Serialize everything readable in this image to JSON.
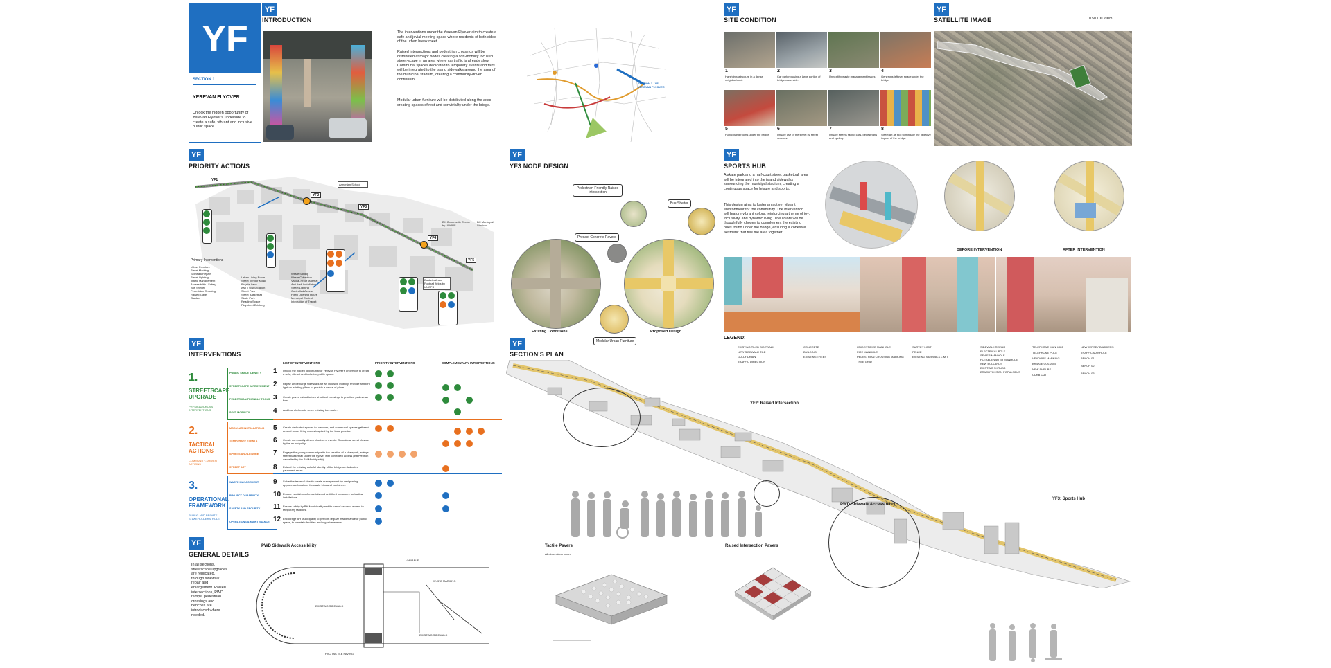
{
  "badge": "YF",
  "section1": {
    "big_badge": "YF",
    "section_label": "SECTION 1",
    "title": "YEREVAN FLYOVER",
    "desc": "Unlock the hidden opportunity of Yerevan Flyover's underside to create a safe, vibrant and inclusive public space."
  },
  "introduction": {
    "title": "INTRODUCTION",
    "p1": "The interventions under the Yerevan Flyover aim to create a safe and jovial meeting space where residents of both sides of the urban break meet.",
    "p2": "Raised intersections and pedestrian crossings will be distributed at major nodes creating a soft-mobility focused street-scape in an area where car traffic is already slow. Communal spaces dedicated to temporary events and fairs will be integrated to the island sidewalks around the area of the municipal stadium, creating a community-driven continuum.",
    "p3": "Modular urban furniture will be distributed along the axes creating spaces of rest and conviviality under the bridge.",
    "map_label": "SECTION 1 - YF YEREVAN FLYOVER"
  },
  "site_condition": {
    "title": "SITE CONDITION",
    "items": [
      {
        "num": "1",
        "caption": "Harsh infrastructure in a dense neighborhood."
      },
      {
        "num": "2",
        "caption": "Car parking using a large portion of bridge underside."
      },
      {
        "num": "3",
        "caption": "Unhealthy waste management issues"
      },
      {
        "num": "4",
        "caption": "Generous leftover space under the bridge."
      },
      {
        "num": "5",
        "caption": "Public living rooms under the bridge"
      },
      {
        "num": "6",
        "caption": "Unsafe use of the street by street vendors."
      },
      {
        "num": "7",
        "caption": "Unsafe streets facing cars, pedestrians and cycling."
      },
      {
        "num": "8",
        "caption": "Street art as tool to mitigate the negative impact of the bridge."
      }
    ]
  },
  "satellite": {
    "title": "SATELLITE IMAGE",
    "scale": "0  50 100      200m"
  },
  "priority": {
    "title": "PRIORITY ACTIONS",
    "nodes": [
      "YF1",
      "YF2",
      "YF3",
      "YF4",
      "YF5"
    ],
    "labels": [
      "Armenian School",
      "BH Community Center by UNOPS",
      "BH Municipal Stadium",
      "Basketball and Football fields by UNOPS"
    ],
    "legend_title": "Primary Interventions",
    "legend_col1": [
      "Urban Furniture",
      "Street Marking",
      "Sidewalk Repair",
      "Street Lighting",
      "Traffic Management",
      "Accessibility / Safety",
      "Bus Shelter",
      "Pedestrian Crossing",
      "Raised Table",
      "Garden"
    ],
    "legend_col2": [
      "Urban Living Room",
      "Street Vendor Kiosk",
      "Bicycle Lane",
      "ANT / UNIS Station",
      "Street Park",
      "Street Basketball",
      "Skate Park",
      "Reading Space",
      "Playstreet Drinking"
    ],
    "legend_col3": [
      "Waste Sorting",
      "Waste Collection",
      "Vandal-Proof Material",
      "Anti-theft Installation",
      "Street Lighting",
      "Controlled Access",
      "Fixed Opening Hours",
      "Municipal Control",
      "Integration of Transit"
    ]
  },
  "node": {
    "title": "YF3 NODE DESIGN",
    "callouts": [
      "Pedestrian-Friendly Raised Intersection",
      "Bus Shelter",
      "Precast Concrete Pavers",
      "Modular Urban Furniture"
    ],
    "existing": "Existing Conditions",
    "proposed": "Proposed Design"
  },
  "sports": {
    "title": "SPORTS HUB",
    "p1": "A skate park and a half-court street basketball area will be integrated into the island sidewalks surrounding the municipal stadium, creating a continuous space for leisure and sports.",
    "p2": "This design aims to foster an active, vibrant environment for the community. The intervention will feature vibrant colors, reinforcing a theme of joy, inclusivity, and dynamic living. The colors will be thoughtfully chosen to complement the existing hues found under the bridge, ensuring a cohesive aesthetic that ties the area together.",
    "before": "BEFORE INTERVENTION",
    "after": "AFTER INTERVENTION"
  },
  "interventions": {
    "title": "INTERVENTIONS",
    "head_list": "LIST OF INTERVENTIONS",
    "head_priority": "PRIORITY INTERVENTIONS",
    "head_comp": "COMPLEMENTARY INTERVENTIONS",
    "groups": [
      {
        "num": "1.",
        "name": "STREETSCAPE UPGRADE",
        "sub": "PHYSICAL/CROSS INTERVENTIONS",
        "color": "#2e8b3c",
        "tags": [
          "PUBLIC SPACE IDENTITY",
          "STREETSCAPE IMPROVEMENT",
          "PEDESTRIAN-FRIENDLY TOOLS",
          "SOFT MOBILITY"
        ]
      },
      {
        "num": "2.",
        "name": "TACTICAL ACTIONS",
        "sub": "COMMUNITY-DRIVEN ACTIONS",
        "color": "#e8701f",
        "tags": [
          "MODULAR INSTALLATIONS",
          "TEMPORARY EVENTS",
          "SPORTS AND LEISURE",
          "STREET ART"
        ]
      },
      {
        "num": "3.",
        "name": "OPERATIONAL FRAMEWORK",
        "sub": "PUBLIC AND PRIVATE STAKEHOLDERS' ROLE",
        "color": "#1f6fc1",
        "tags": [
          "WASTE MANAGEMENT",
          "PROJECT DURABILITY",
          "SAFETY AND SECURITY",
          "OPERATIONS & MAINTENANCE"
        ]
      }
    ],
    "items": [
      {
        "n": "1",
        "t": "Unlock the hidden opportunity of Yerevan Flyover's underside to create a safe, vibrant and inclusive public space."
      },
      {
        "n": "2",
        "t": "Repair and enlarge sidewalks for an inclusive mobility. Provide ambient light on existing pillars to provide a sense of place."
      },
      {
        "n": "3",
        "t": "Create paved raised tables at critical crossings to prioritize pedestrian flow."
      },
      {
        "n": "4",
        "t": "Add bus shelters to serve existing bus route."
      },
      {
        "n": "5",
        "t": "Create dedicated spaces for vendors, and communal spaces gathered around urban living rooms inspired by the local practice."
      },
      {
        "n": "6",
        "t": "Create community-driven short-term events. Occasional street closure by the municipality."
      },
      {
        "n": "7",
        "t": "Engage the young community with the creation of a skatepark, swings, street basketball under the flyover with controlled access (intervention cancelled by the BH Municipality)."
      },
      {
        "n": "8",
        "t": "Extend the existing colorful identity of the bridge on dedicated pavement areas."
      },
      {
        "n": "9",
        "t": "Solve the issue of chaotic waste management by designating appropriate locations for waste bins and containers."
      },
      {
        "n": "10",
        "t": "Ensure vandal-proof materials and anti-theft measures for tactical installations."
      },
      {
        "n": "11",
        "t": "Ensure safety by BH Municipality and its can of secured access to temporary facilities."
      },
      {
        "n": "12",
        "t": "Encourage BH Municipality to perform regular maintenance of public space, to maintain facilities and organize events."
      }
    ]
  },
  "plan": {
    "title": "SECTION'S PLAN",
    "legend_title": "LEGEND:",
    "legend_col1": [
      "EXISTING TILED SIDEWALK",
      "NEW SIDEWALK TILE",
      "GULLY DRAIN",
      "TRAFFIC DIRECTION"
    ],
    "legend_col2": [
      "CONCRETE",
      "BUILDING",
      "EXISTING TREES"
    ],
    "legend_col3": [
      "UNIDENTIFIED MANHOLE",
      "FIRE MANHOLE",
      "PEDESTRIAN CROSSING MARKING",
      "TREE GRID"
    ],
    "legend_col4": [
      "SURVEY LIMIT",
      "FENCE",
      "EXISTING SIDEWALK LIMIT"
    ],
    "legend_col5": [
      "SIDEWALK REPAIR",
      "ELECTRICAL POLE",
      "SEWER MANHOLE",
      "POTABLE WATER MANHOLE",
      "NEW BOLLARDS",
      "EXISTING SHRUBS",
      "BRACHYCHITON POPULNEUS"
    ],
    "legend_col6": [
      "TELEPHONE MANHOLE",
      "TELEPHONE POLE",
      "VENDORS MARKING",
      "BRIDGE COLUMN",
      "NEW SHRUBS",
      "CURB CUT"
    ],
    "legend_col7": [
      "NEW JERSEY BARRIERS",
      "TRAFFIC MANHOLE",
      "BENCH 01",
      "BENCH 02",
      "BENCH 03"
    ],
    "callouts": [
      "YF2: Raised Intersection",
      "PWD Sidewalk Accessibility",
      "YF3: Sports Hub"
    ]
  },
  "general": {
    "title": "GENERAL DETAILS",
    "desc": "In all sections, streetscape upgrades are replicated, through sidewalk repair and enlargement. Raised intersections, PWD ramps, pedestrian crossings and benches are introduced where needed.",
    "pwd_title": "PWD Sidewalk Accessibility",
    "tactile_title": "Tactile Pavers",
    "tactile_note": "All dimensions in mm",
    "raised_title": "Raised Intersection Pavers",
    "pwd_labels": [
      "EXISTING SIDEWALK",
      "EXISTING SIDEWALK",
      "PVC TACTILE PAVING",
      "VARIABLE",
      "W=5\"C MARKING"
    ]
  },
  "colors": {
    "blue": "#1f6fc1",
    "green": "#2e8b3c",
    "orange": "#e8701f"
  }
}
